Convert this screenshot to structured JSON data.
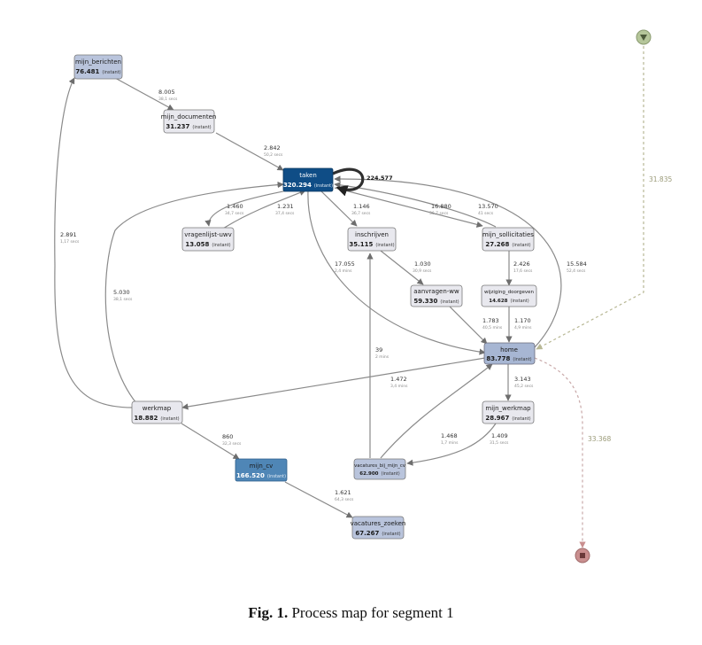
{
  "caption": {
    "label": "Fig. 1.",
    "text": "Process map for segment 1"
  },
  "colors": {
    "node_fill": "#e8e8ee",
    "node_fill_light_blue": "#b9c4dc",
    "node_fill_mid_blue": "#a7b6d3",
    "node_fill_dark_blue": "#0f4d86",
    "node_fill_mijn_cv": "#4f86b6",
    "edge": "#8a8a8a",
    "edge_strong": "#4a4a4a",
    "start_node": "#b5c69a",
    "end_node": "#c98f8f",
    "dashed": "#b8b895"
  },
  "start_node": {
    "icon": "start-triangle-icon"
  },
  "end_node": {
    "icon": "end-square-icon"
  },
  "nodes": {
    "mijn_berichten": {
      "name": "mijn_berichten",
      "value": "76.481",
      "duration": "(instant)"
    },
    "mijn_documenten": {
      "name": "mijn_documenten",
      "value": "31.237",
      "duration": "(instant)"
    },
    "taken": {
      "name": "taken",
      "value": "320.294",
      "duration": "(instant)"
    },
    "vragenlijst_uwv": {
      "name": "vragenlijst-uwv",
      "value": "13.058",
      "duration": "(instant)"
    },
    "inschrijven": {
      "name": "inschrijven",
      "value": "35.115",
      "duration": "(instant)"
    },
    "mijn_sollicitaties": {
      "name": "mijn_sollicitaties",
      "value": "27.268",
      "duration": "(instant)"
    },
    "aanvragen_ww": {
      "name": "aanvragen-ww",
      "value": "59.330",
      "duration": "(instant)"
    },
    "wijziging_doorgeven": {
      "name": "wijziging_doorgeven",
      "value": "14.628",
      "duration": "(instant)"
    },
    "home": {
      "name": "home",
      "value": "83.778",
      "duration": "(instant)"
    },
    "werkmap": {
      "name": "werkmap",
      "value": "18.882",
      "duration": "(instant)"
    },
    "mijn_werkmap": {
      "name": "mijn_werkmap",
      "value": "28.967",
      "duration": "(instant)"
    },
    "mijn_cv": {
      "name": "mijn_cv",
      "value": "166.520",
      "duration": "(instant)"
    },
    "vacatures_bij_mijn_cv": {
      "name": "vacatures_bij_mijn_cv",
      "value": "62.900",
      "duration": "(instant)"
    },
    "vacatures_zoeken": {
      "name": "vacatures_zoeken",
      "value": "67.267",
      "duration": "(instant)"
    }
  },
  "edges": {
    "berichten_documenten": {
      "value": "8.005",
      "duration": "38,1 secs"
    },
    "documenten_taken": {
      "value": "2.842",
      "duration": "50,2 secs"
    },
    "taken_loop": {
      "value": "224.577",
      "duration": ""
    },
    "taken_vragenlijst": {
      "value": "1.460",
      "duration": "34,7 secs"
    },
    "vragenlijst_taken": {
      "value": "1.231",
      "duration": "37,4 secs"
    },
    "taken_inschrijven": {
      "value": "1.146",
      "duration": "36,7 secs"
    },
    "taken_sollicitaties": {
      "value": "16.880",
      "duration": "36,7 secs"
    },
    "sollicitaties_taken": {
      "value": "13.570",
      "duration": "41 secs"
    },
    "taken_home": {
      "value": "17.055",
      "duration": "2,4 mins"
    },
    "home_taken": {
      "value": "15.584",
      "duration": "52,4 secs"
    },
    "inschrijven_aanvragen": {
      "value": "1.030",
      "duration": "30,9 secs"
    },
    "sollicitaties_wijziging": {
      "value": "2.426",
      "duration": "17,6 secs"
    },
    "aanvragen_home": {
      "value": "1.783",
      "duration": "40,5 mins"
    },
    "wijziging_home": {
      "value": "1.170",
      "duration": "4,9 mins"
    },
    "vacatures_inschrijven": {
      "value": "39",
      "duration": "2 mins"
    },
    "home_werkmap": {
      "value": "1.472",
      "duration": "3,4 mins"
    },
    "home_mijn_werkmap": {
      "value": "3.143",
      "duration": "45,2 secs"
    },
    "werkmap_taken": {
      "value": "5.030",
      "duration": "38,1 secs"
    },
    "werkmap_berichten": {
      "value": "2.891",
      "duration": "1,17 secs"
    },
    "werkmap_cv": {
      "value": "860",
      "duration": "32,3 secs"
    },
    "mijn_werkmap_vacatures": {
      "value": "1.409",
      "duration": "31,5 secs"
    },
    "vacatures_home": {
      "value": "1.468",
      "duration": "1,7 mins"
    },
    "cv_zoeken": {
      "value": "1.621",
      "duration": "64,3 secs"
    },
    "start_home": {
      "value": "31.835"
    },
    "home_end": {
      "value": "33.368"
    }
  }
}
